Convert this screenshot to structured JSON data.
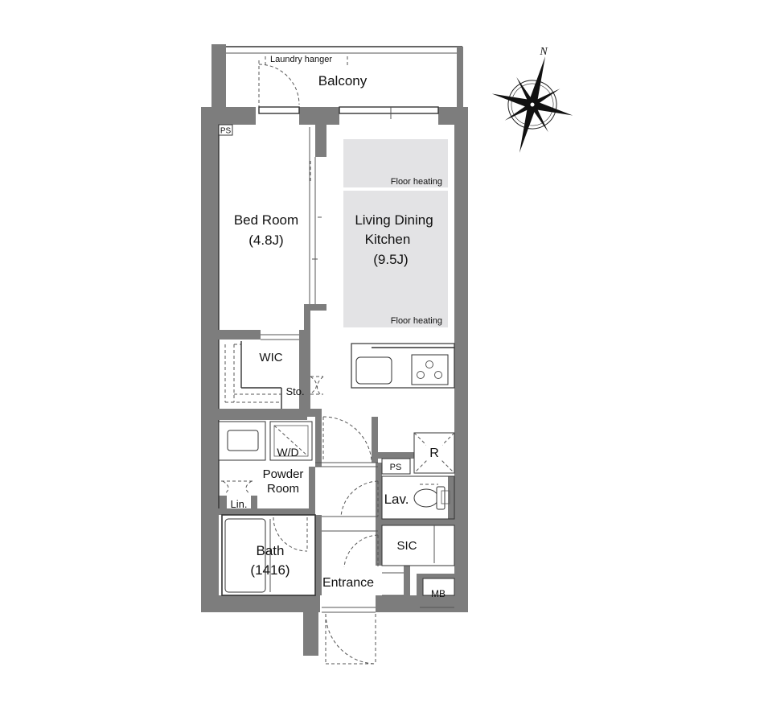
{
  "rooms": {
    "balcony": "Balcony",
    "laundry_hanger": "Laundry hanger",
    "bedroom_name": "Bed Room",
    "bedroom_size": "(4.8J)",
    "ldk_name_line1": "Living Dining",
    "ldk_name_line2": "Kitchen",
    "ldk_size": "(9.5J)",
    "floor_heating_1": "Floor heating",
    "floor_heating_2": "Floor heating",
    "wic": "WIC",
    "storage": "Sto.",
    "wd": "W/D",
    "powder_line1": "Powder",
    "powder_line2": "Room",
    "linen": "Lin.",
    "bath_name": "Bath",
    "bath_size": "(1416)",
    "entrance": "Entrance",
    "lavatory": "Lav.",
    "ps_bedroom": "PS",
    "ps_hall": "PS",
    "refrigerator": "R",
    "sic": "SIC",
    "meter_box": "MB"
  },
  "compass": {
    "north_label": "N"
  },
  "colors": {
    "wall": "#7d7d7d",
    "floor_heating": "#e3e3e5"
  }
}
